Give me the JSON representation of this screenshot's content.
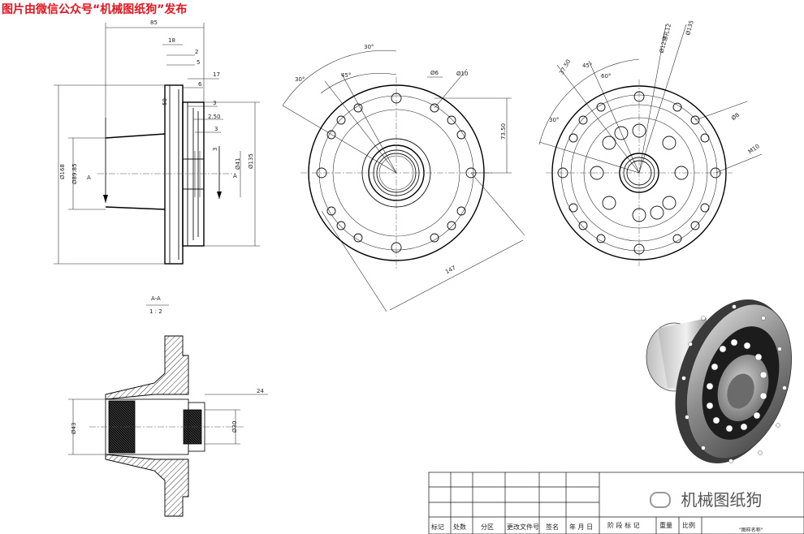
{
  "banner": {
    "text": "图片由微信公众号“机械图纸狗”发布",
    "color": "#e8141e"
  },
  "watermark": {
    "text": "机械图纸狗",
    "icon": "wechat-icon"
  },
  "side_view": {
    "dims": {
      "d85": "85",
      "d18": "18",
      "d2": "2",
      "d5": "5",
      "d17": "17",
      "d6": "6",
      "d50": "50",
      "d3a": "3",
      "d250": "2.50",
      "d3b": "3",
      "d3c": "3",
      "phi168": "Ø168",
      "phi8985": "Ø89.85",
      "phi41": "Ø41",
      "phi135": "Ø135",
      "secA1": "A",
      "secA2": "A"
    }
  },
  "front_view": {
    "dims": {
      "a30": "30°",
      "a30b": "30°",
      "a45": "45°",
      "phi6": "Ø6",
      "phi10": "Ø10",
      "v7350": "73.50",
      "v147": "147"
    }
  },
  "rear_view": {
    "dims": {
      "a30": "30°",
      "a60": "60°",
      "a45": "45°",
      "v3750": "37.50",
      "phi12": "Ø12通孔12",
      "phi135": "Ø135",
      "phi8": "Ø8",
      "m10": "M10"
    }
  },
  "section": {
    "title": "A-A",
    "scale": "1 : 2",
    "dims": {
      "phi43": "Ø43",
      "phi30": "Ø30",
      "d24": "24"
    }
  },
  "title_block": {
    "labels": [
      "标记",
      "处数",
      "分区",
      "更改文件号",
      "签名",
      "年 月 日",
      "阶 段 标 记",
      "重量",
      "比例"
    ],
    "note": "\"图样名称\""
  }
}
